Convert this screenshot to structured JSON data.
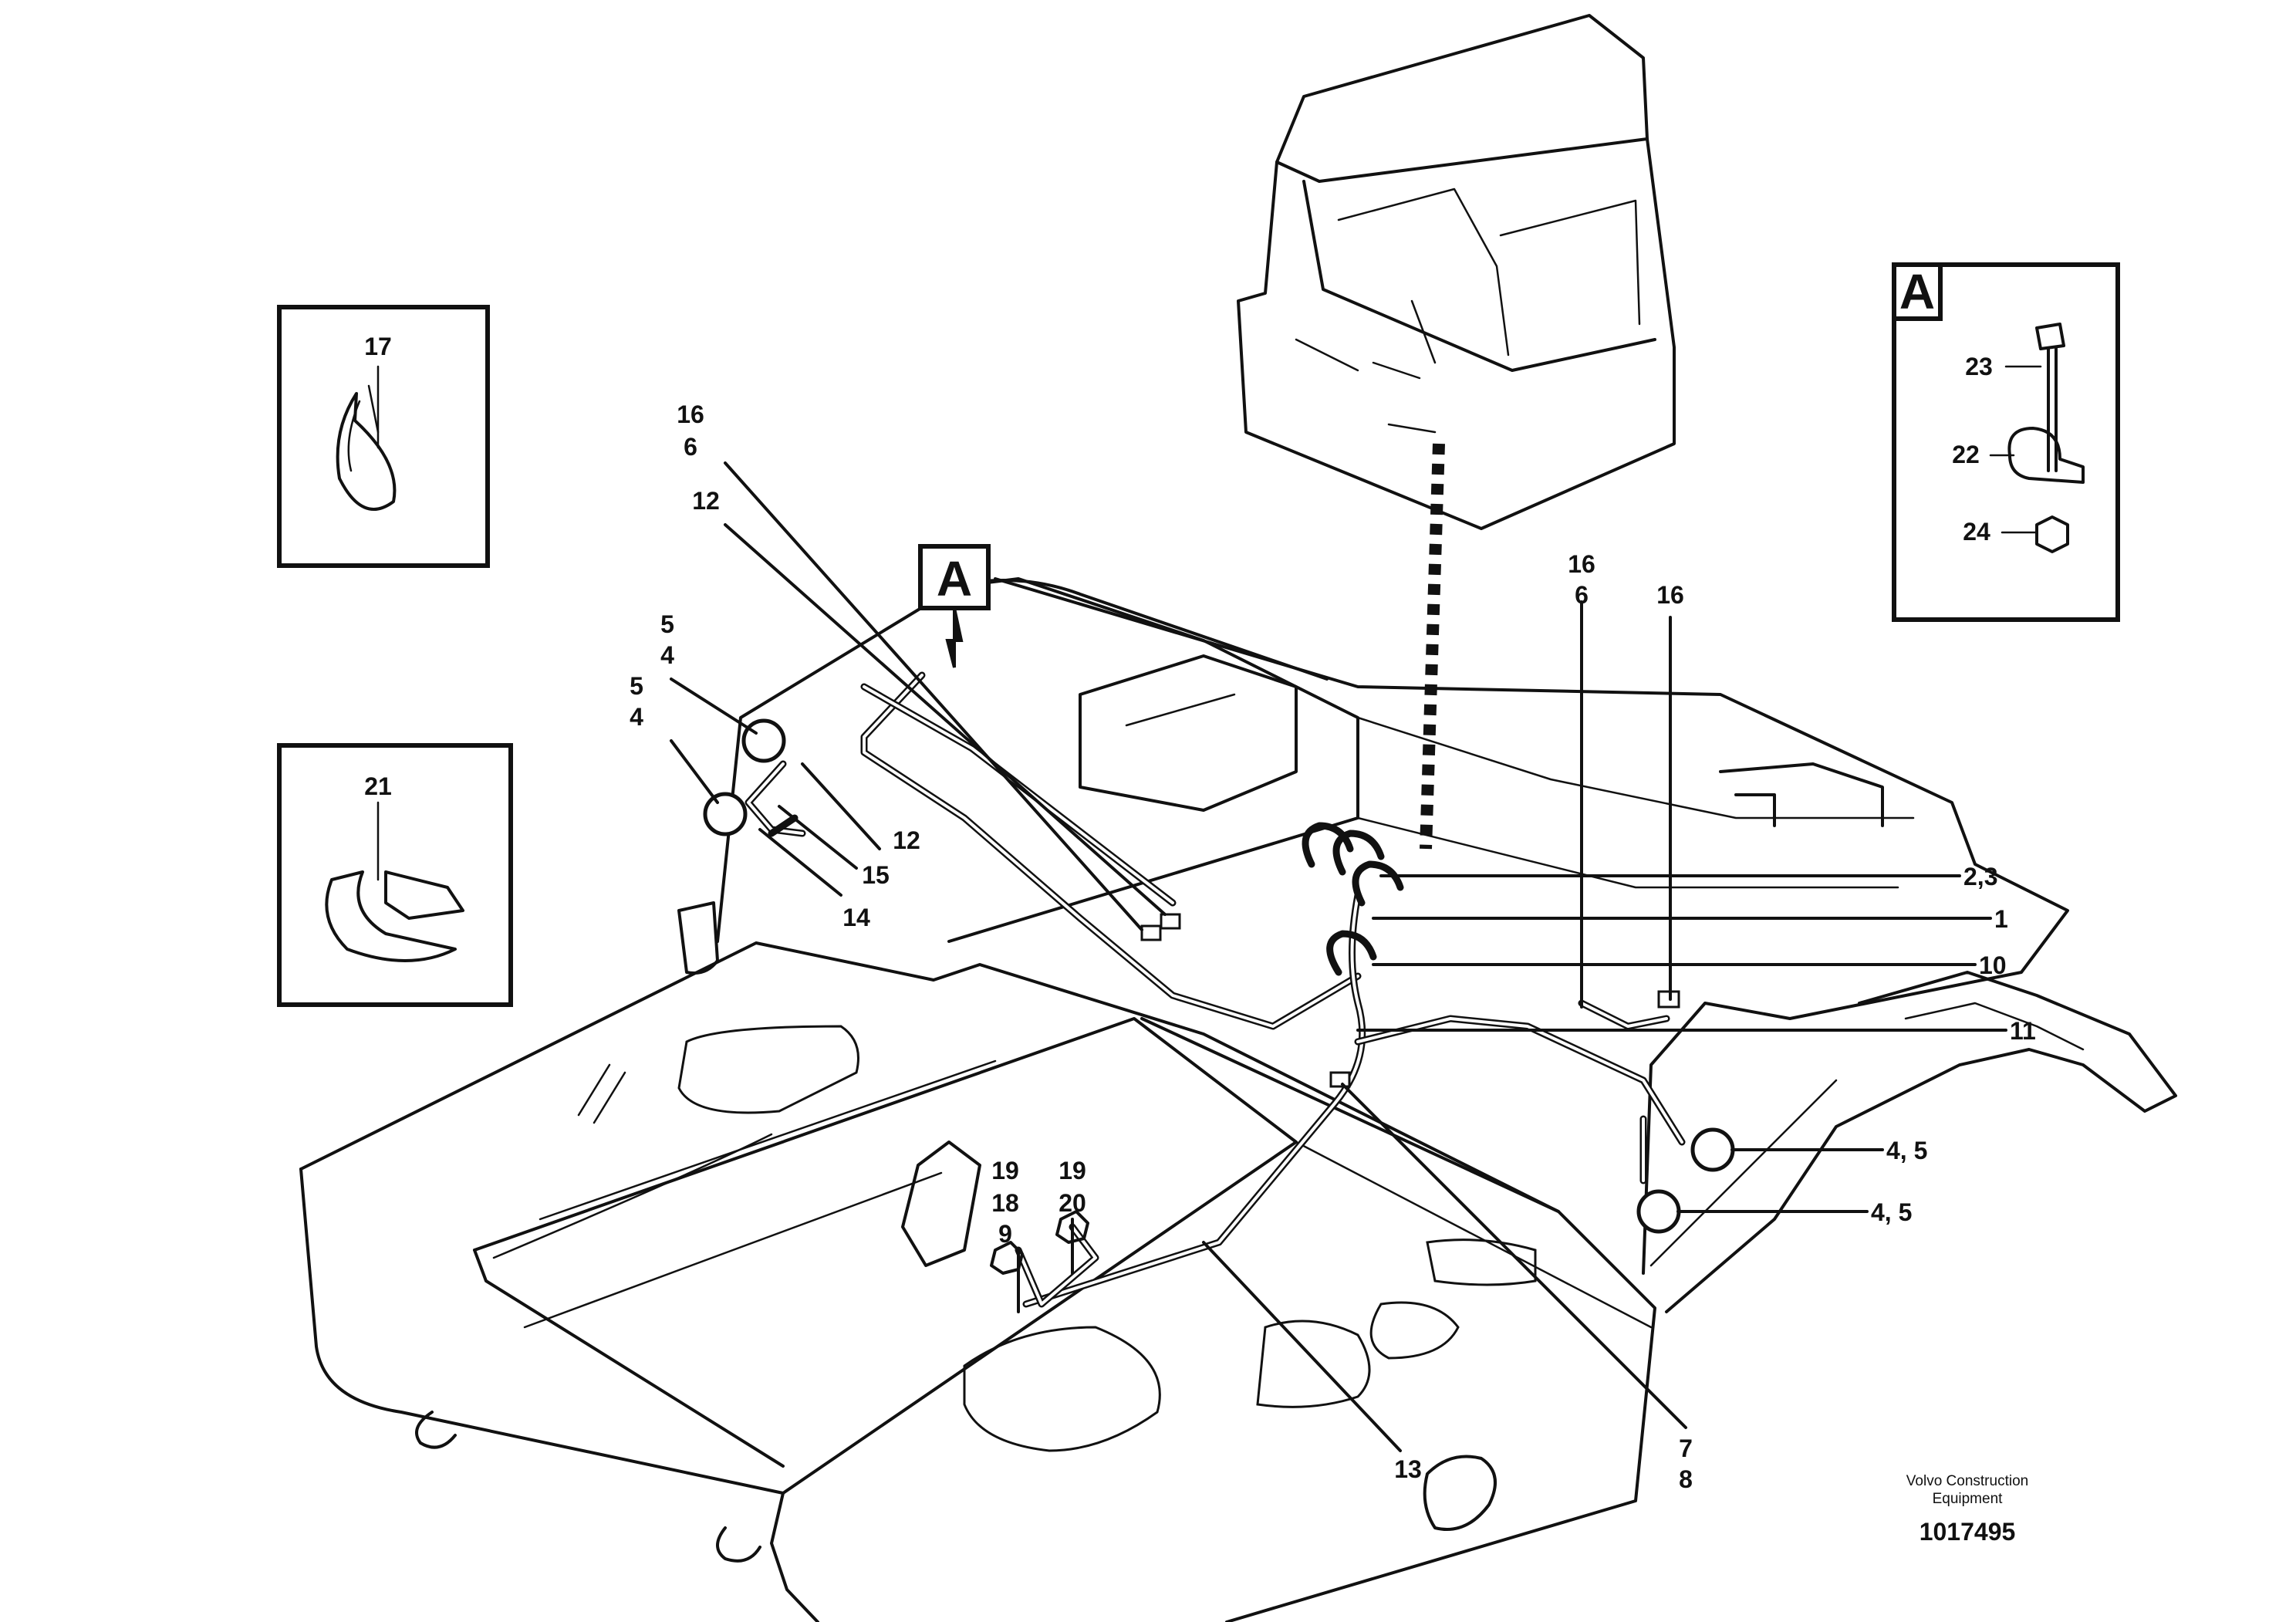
{
  "callouts": {
    "c17": "17",
    "c21": "21",
    "c16_6a_top": "16",
    "c16_6a_bot": "6",
    "c12a": "12",
    "c54a_top": "5",
    "c54a_bot": "4",
    "c54b_top": "5",
    "c54b_bot": "4",
    "c12b": "12",
    "c15": "15",
    "c14": "14",
    "boxA_main": "A",
    "c16_6b_top": "16",
    "c16_6b_bot": "6",
    "c16c": "16",
    "c23": "23",
    "c22": "22",
    "c24": "24",
    "boxA_detail": "A",
    "c2_3": "2,3",
    "c1": "1",
    "c10": "10",
    "c11": "11",
    "c45a": "4, 5",
    "c45b": "4, 5",
    "c19_18_9_a": "19",
    "c19_18_9_b": "18",
    "c19_18_9_c": "9",
    "c19_20_a": "19",
    "c19_20_b": "20",
    "c13": "13",
    "c7_8_a": "7",
    "c7_8_b": "8"
  },
  "footer": {
    "maker_line1": "Volvo Construction",
    "maker_line2": "Equipment",
    "doc_number": "1017495"
  },
  "colors": {
    "ink": "#111111",
    "paper": "#ffffff"
  }
}
